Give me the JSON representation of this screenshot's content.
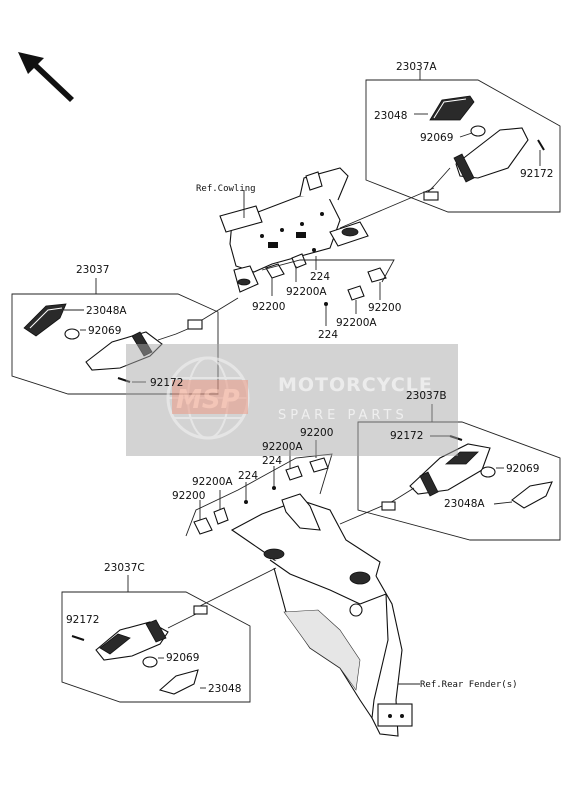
{
  "labels": {
    "l_23037A": "23037A",
    "l_23048_top": "23048",
    "l_92069_top": "92069",
    "l_92172_top": "92172",
    "l_ref_cowling": "Ref.Cowling",
    "l_23037": "23037",
    "l_23048A_left": "23048A",
    "l_92069_left": "92069",
    "l_92172_left": "92172",
    "l_224_a": "224",
    "l_92200A_a": "92200A",
    "l_92200_a": "92200",
    "l_92200_b": "92200",
    "l_92200A_b": "92200A",
    "l_224_b": "224",
    "l_23037B": "23037B",
    "l_92172_right": "92172",
    "l_92069_right": "92069",
    "l_23048A_right": "23048A",
    "l_92200_c": "92200",
    "l_92200A_c": "92200A",
    "l_224_c": "224",
    "l_224_d": "224",
    "l_92200A_d": "92200A",
    "l_92200_d": "92200",
    "l_23037C": "23037C",
    "l_92172_bottom": "92172",
    "l_92069_bottom": "92069",
    "l_23048_bottom": "23048",
    "l_ref_rear_fender": "Ref.Rear Fender(s)"
  },
  "watermark": {
    "logo": "MSP",
    "title": "MOTORCYCLE",
    "subtitle": "SPARE PARTS"
  }
}
